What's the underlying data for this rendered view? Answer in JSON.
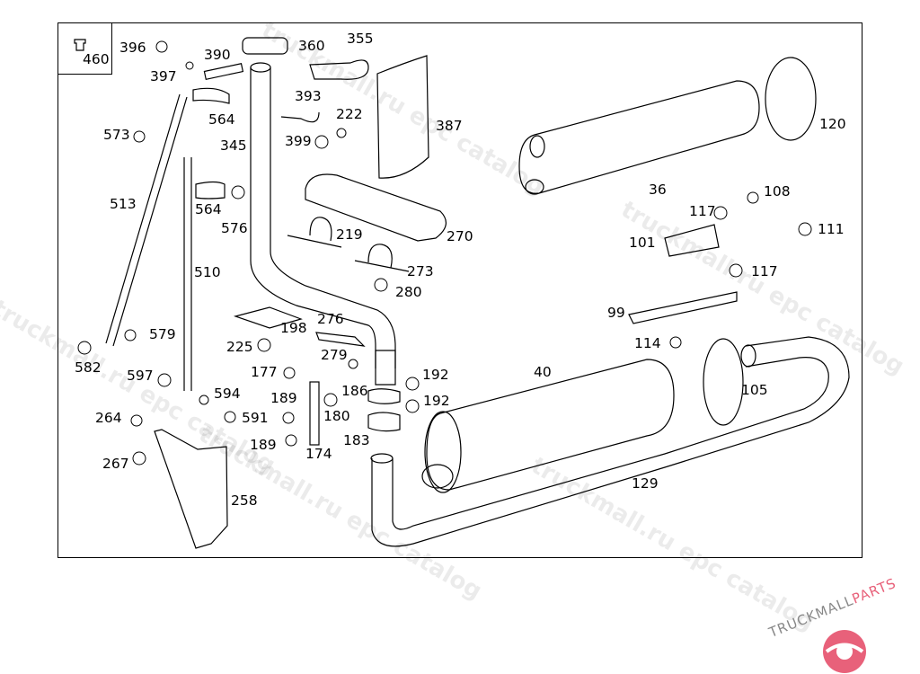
{
  "diagram": {
    "labels": [
      "460",
      "396",
      "397",
      "390",
      "360",
      "355",
      "564",
      "573",
      "345",
      "393",
      "222",
      "399",
      "387",
      "513",
      "564",
      "576",
      "120",
      "36",
      "108",
      "117",
      "111",
      "101",
      "219",
      "270",
      "273",
      "280",
      "510",
      "117",
      "99",
      "198",
      "276",
      "225",
      "579",
      "582",
      "279",
      "114",
      "40",
      "105",
      "597",
      "177",
      "192",
      "192",
      "186",
      "594",
      "189",
      "180",
      "591",
      "264",
      "183",
      "189",
      "174",
      "267",
      "129",
      "258"
    ]
  },
  "watermark": {
    "text": "truckmall.ru epc catalog"
  },
  "logo": {
    "text_main": "TRUCKMALL",
    "text_accent": "PARTS",
    "accent_color": "#e8617a"
  }
}
